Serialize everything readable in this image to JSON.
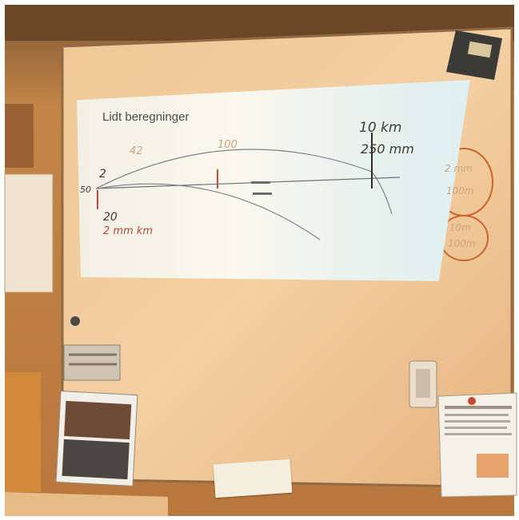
{
  "slide": {
    "title": "Lidt beregninger",
    "annotations": {
      "top_right_line1": "10 km",
      "top_right_line2": "250 mm",
      "label_42": "42",
      "label_100": "100",
      "label_2": "2",
      "label_50": "50",
      "bottom_left_line1": "20",
      "bottom_left_line2": "2 mm km",
      "circle_1_line1": "2 mm",
      "circle_1_line2": "100m",
      "circle_2_line1": "10m",
      "circle_2_line2": "100m"
    }
  },
  "colors": {
    "wall": "#c9894a",
    "board": "#ecc08c",
    "projection_light": "#f7f4ea",
    "marker_dark": "#3f3b33",
    "marker_red": "#b5463a"
  }
}
